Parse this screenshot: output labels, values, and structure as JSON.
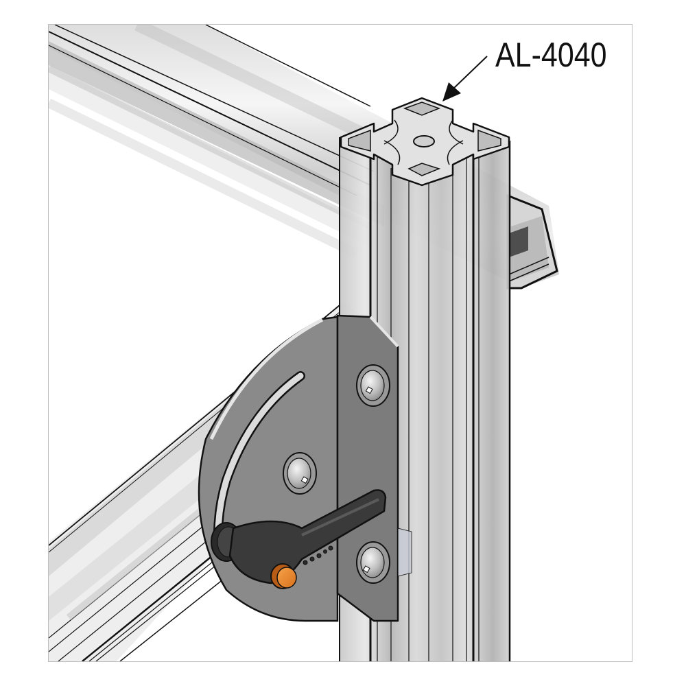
{
  "figure": {
    "description": "Isometric technical rendering of an aluminium extrusion frame joint with a pivoting hinge plate and clamping lever",
    "callouts": [
      {
        "label": "AL-4040",
        "target": "vertical-extrusion-profile-end"
      }
    ],
    "components": [
      {
        "name": "vertical-extrusion",
        "profile": "AL-4040"
      },
      {
        "name": "upper-horizontal-extrusion"
      },
      {
        "name": "diagonal-lower-extrusion"
      },
      {
        "name": "pivot-hinge-plate",
        "features": [
          "curved-slot",
          "button-head-screw",
          "button-head-screw",
          "button-head-screw"
        ]
      },
      {
        "name": "clamping-lever",
        "features": [
          "knurled-hub",
          "release-button"
        ]
      }
    ],
    "colors": {
      "aluminium_light": "#e4e4e4",
      "aluminium_mid": "#c4c4c4",
      "aluminium_dark": "#9a9a9a",
      "plate": "#8c8c8c",
      "plate_dark": "#7a7a7a",
      "lever": "#3a3a3a",
      "release_button": "#e8862a",
      "outline": "#111111",
      "frame_border": "#bdbdbd"
    }
  }
}
